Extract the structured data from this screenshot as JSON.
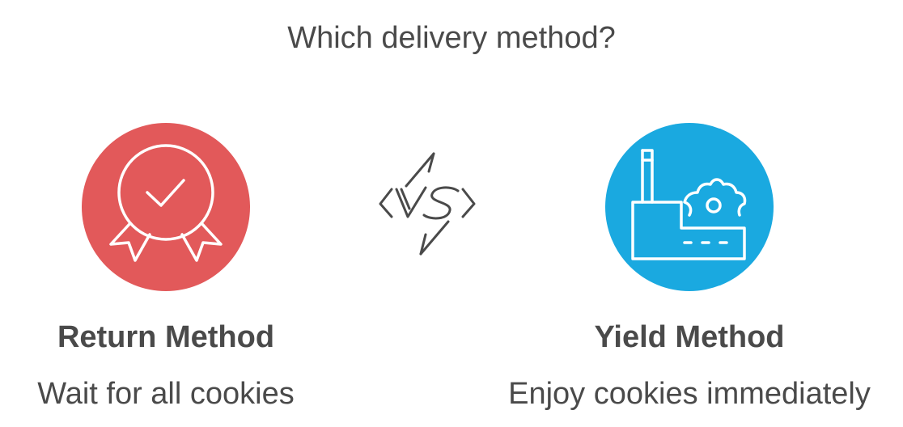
{
  "title": "Which delivery method?",
  "options": [
    {
      "name": "Return Method",
      "description": "Wait for all cookies",
      "icon": "award-ribbon-icon",
      "color": "#e2595a"
    },
    {
      "name": "Yield Method",
      "description": "Enjoy cookies immediately",
      "icon": "factory-gear-icon",
      "color": "#1aa9e0"
    }
  ],
  "vs_icon": "vs-lightning-icon",
  "colors": {
    "text": "#4a4a4a",
    "icon_stroke": "#ffffff",
    "vs_stroke": "#4a4a4a"
  }
}
